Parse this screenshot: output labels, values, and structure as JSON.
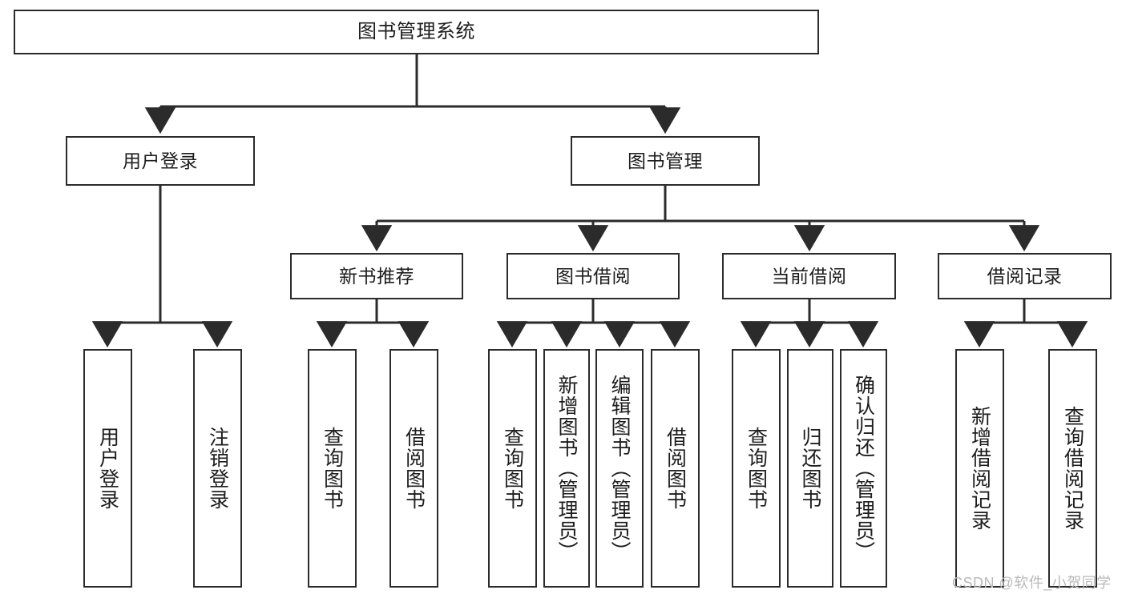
{
  "diagram": {
    "title": "图书管理系统",
    "type": "hierarchy-tree",
    "watermark": "CSDN @软件_小贺同学",
    "colors": {
      "node_border": "#2b2b2b",
      "node_fill": "#ffffff",
      "edge": "#2b2b2b",
      "text": "#1d1d1d",
      "watermark": "#b9b9b9"
    },
    "levels": {
      "root": {
        "label": "图书管理系统"
      },
      "level2": [
        {
          "label": "用户登录"
        },
        {
          "label": "图书管理"
        }
      ],
      "level3": [
        {
          "label": "新书推荐"
        },
        {
          "label": "图书借阅"
        },
        {
          "label": "当前借阅"
        },
        {
          "label": "借阅记录"
        }
      ],
      "leaves": [
        {
          "label": "用户登录",
          "parent": "用户登录"
        },
        {
          "label": "注销登录",
          "parent": "用户登录"
        },
        {
          "label": "查询图书",
          "parent": "新书推荐"
        },
        {
          "label": "借阅图书",
          "parent": "新书推荐"
        },
        {
          "label": "查询图书",
          "parent": "图书借阅"
        },
        {
          "label": "新增图书（管理员）",
          "parent": "图书借阅"
        },
        {
          "label": "编辑图书（管理员）",
          "parent": "图书借阅"
        },
        {
          "label": "借阅图书",
          "parent": "图书借阅"
        },
        {
          "label": "查询图书",
          "parent": "当前借阅"
        },
        {
          "label": "归还图书",
          "parent": "当前借阅"
        },
        {
          "label": "确认归还（管理员）",
          "parent": "当前借阅"
        },
        {
          "label": "新增借阅记录",
          "parent": "借阅记录"
        },
        {
          "label": "查询借阅记录",
          "parent": "借阅记录"
        }
      ]
    }
  }
}
